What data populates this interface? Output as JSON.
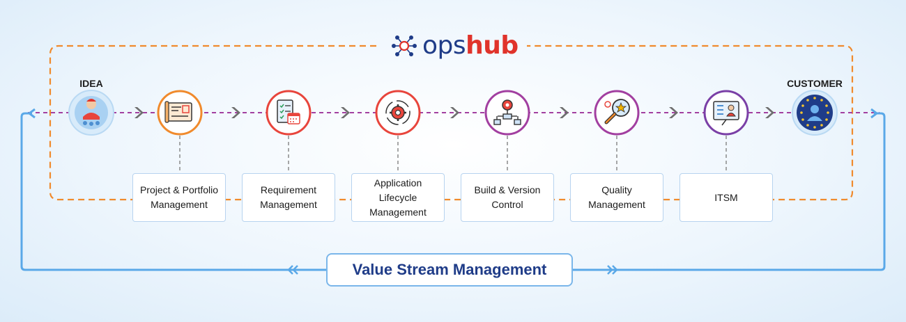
{
  "logo": {
    "ops": "ops",
    "hub": "hub"
  },
  "ends": {
    "start": "IDEA",
    "end": "CUSTOMER"
  },
  "stages": [
    {
      "name": "Project & Portfolio Management",
      "color": "#f08a2c",
      "icon": "blueprint-icon"
    },
    {
      "name": "Requirement Management",
      "color": "#e8453c",
      "icon": "checklist-calendar-icon"
    },
    {
      "name": "Application Lifecycle Management",
      "color": "#e8453c",
      "icon": "gear-cycle-icon"
    },
    {
      "name": "Build & Version Control",
      "color": "#a23fa0",
      "icon": "gear-flowchart-icon"
    },
    {
      "name": "Quality Management",
      "color": "#a23fa0",
      "icon": "magnifier-star-icon"
    },
    {
      "name": "ITSM",
      "color": "#7a3fa6",
      "icon": "service-screen-icon"
    }
  ],
  "footer": {
    "title": "Value Stream Management"
  },
  "colors": {
    "orange": "#f08a2c",
    "magenta": "#a23fa0",
    "blue": "#5aa8e8",
    "navy": "#1f3c88",
    "red": "#e0332b",
    "gray": "#7a7a7a"
  }
}
